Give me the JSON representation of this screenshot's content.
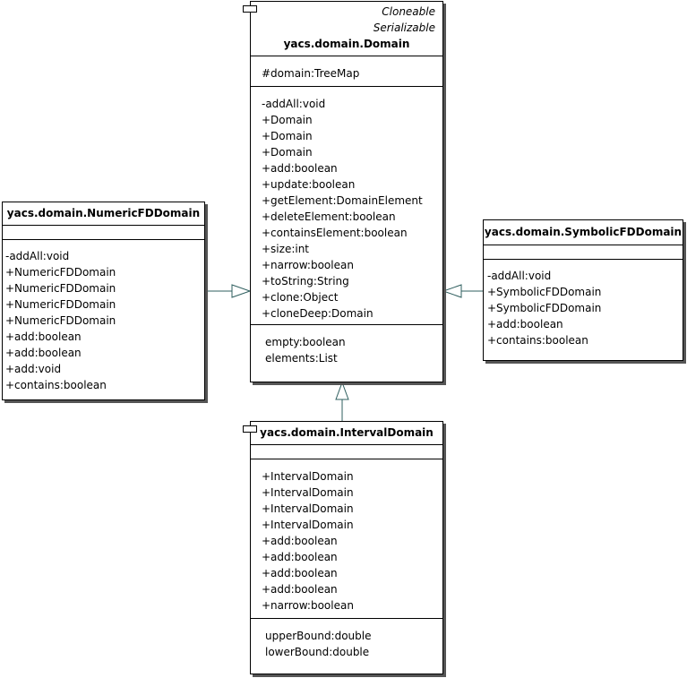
{
  "domain_class": {
    "stereotypes": [
      "Cloneable",
      "Serializable"
    ],
    "name": "yacs.domain.Domain",
    "attributes": [
      "#domain:TreeMap"
    ],
    "operations": [
      "-addAll:void",
      "+Domain",
      "+Domain",
      "+Domain",
      "+add:boolean",
      "+update:boolean",
      "+getElement:DomainElement",
      "+deleteElement:boolean",
      "+containsElement:boolean",
      "+size:int",
      "+narrow:boolean",
      "+toString:String",
      "+clone:Object",
      "+cloneDeep:Domain"
    ],
    "properties": [
      "empty:boolean",
      "elements:List"
    ]
  },
  "numeric_class": {
    "name": "yacs.domain.NumericFDDomain",
    "operations": [
      "-addAll:void",
      "+NumericFDDomain",
      "+NumericFDDomain",
      "+NumericFDDomain",
      "+NumericFDDomain",
      "+add:boolean",
      "+add:boolean",
      "+add:void",
      "+contains:boolean"
    ]
  },
  "symbolic_class": {
    "name": "yacs.domain.SymbolicFDDomain",
    "operations": [
      "-addAll:void",
      "+SymbolicFDDomain",
      "+SymbolicFDDomain",
      "+add:boolean",
      "+contains:boolean"
    ]
  },
  "interval_class": {
    "name": "yacs.domain.IntervalDomain",
    "operations": [
      "+IntervalDomain",
      "+IntervalDomain",
      "+IntervalDomain",
      "+IntervalDomain",
      "+add:boolean",
      "+add:boolean",
      "+add:boolean",
      "+add:boolean",
      "+narrow:boolean"
    ],
    "properties": [
      "upperBound:double",
      "lowerBound:double"
    ]
  },
  "colors": {
    "connector": "#2f5f5f",
    "shadow": "#555555"
  }
}
